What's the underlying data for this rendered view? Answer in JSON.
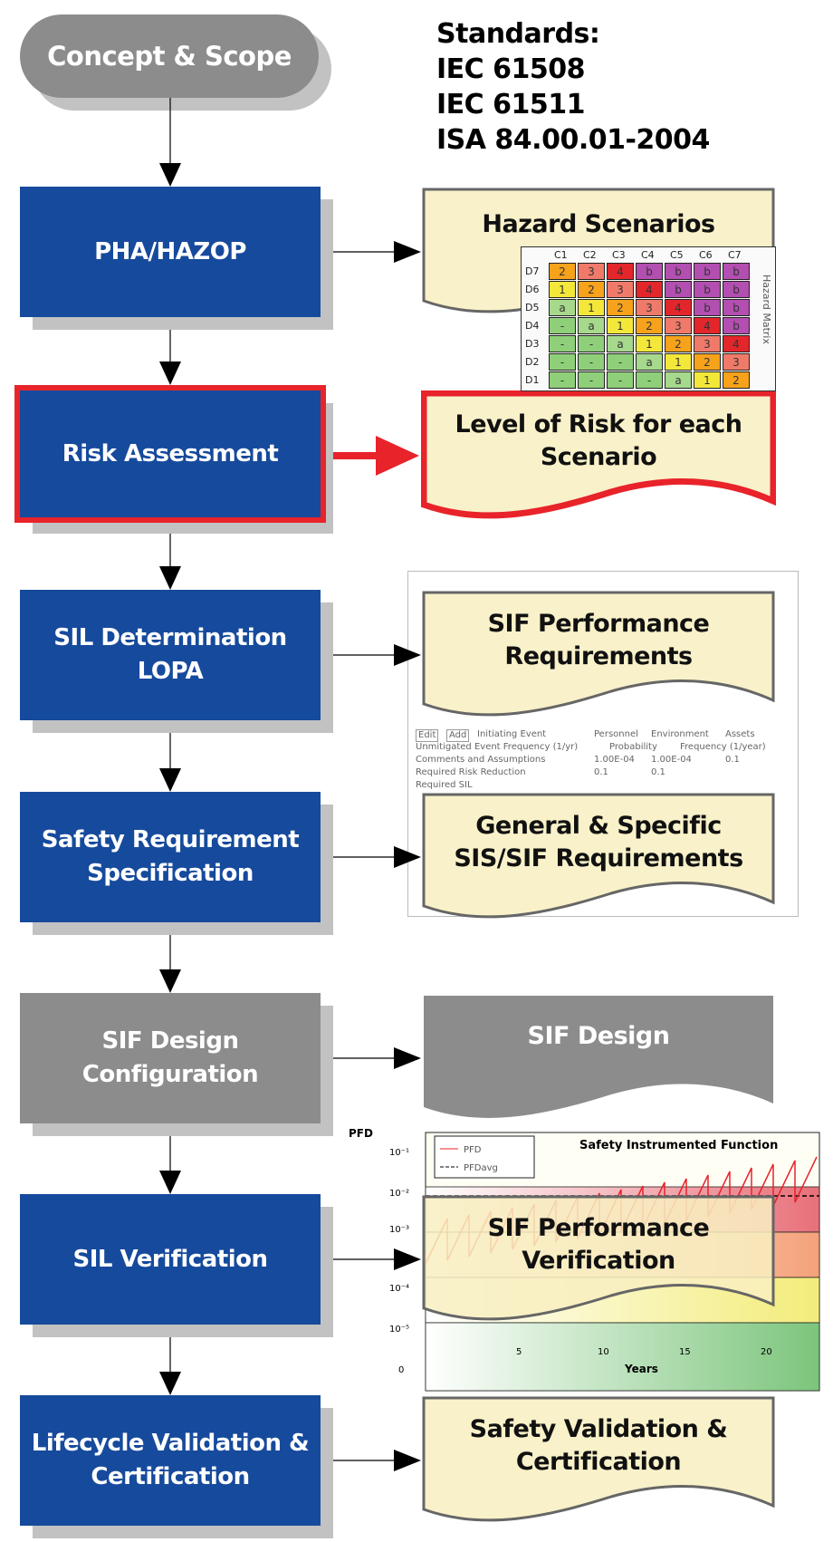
{
  "start": {
    "label": "Concept & Scope"
  },
  "standards": {
    "lines": [
      "Standards:",
      "IEC 61508",
      "IEC 61511",
      "ISA 84.00.01-2004"
    ]
  },
  "steps": [
    {
      "label": "PHA/HAZOP",
      "output": "Hazard Scenarios"
    },
    {
      "label": "Risk Assessment",
      "output": "Level of Risk for each Scenario",
      "highlighted": true
    },
    {
      "label": "SIL Determination LOPA",
      "output": "SIF Performance Requirements"
    },
    {
      "label": "Safety Requirement Specification",
      "output": "General & Specific SIS/SIF Requirements"
    },
    {
      "label": "SIF Design Configuration",
      "output": "SIF Design",
      "inactive": true
    },
    {
      "label": "SIL Verification",
      "output": "SIF Performance Verification"
    },
    {
      "label": "Lifecycle Validation & Certification",
      "output": "Safety Validation & Certification"
    }
  ],
  "colors": {
    "step": "#164a9c",
    "inactive": "#8c8c8c",
    "document": "#f8efc0",
    "highlight": "#e8232a",
    "shadow": "#c2c2c2"
  },
  "hazard_matrix": {
    "title": "Hazard Matrix",
    "rows": [
      "D7",
      "D6",
      "D5",
      "D4",
      "D3",
      "D2",
      "D1"
    ],
    "cols": [
      "C1",
      "C2",
      "C3",
      "C4",
      "C5",
      "C6",
      "C7"
    ],
    "cells": [
      [
        "2",
        "3",
        "4",
        "b",
        "b",
        "b",
        "b"
      ],
      [
        "1",
        "2",
        "3",
        "4",
        "b",
        "b",
        "b"
      ],
      [
        "a",
        "1",
        "2",
        "3",
        "4",
        "b",
        "b"
      ],
      [
        "-",
        "a",
        "1",
        "2",
        "3",
        "4",
        "b"
      ],
      [
        "-",
        "-",
        "a",
        "1",
        "2",
        "3",
        "4"
      ],
      [
        "-",
        "-",
        "-",
        "a",
        "1",
        "2",
        "3"
      ],
      [
        "-",
        "-",
        "-",
        "-",
        "a",
        "1",
        "2"
      ]
    ],
    "cell_colors": {
      "-": "#8fcf7a",
      "a": "#a6d98c",
      "1": "#f3e83a",
      "2": "#f7a21b",
      "3": "#f07a6a",
      "4": "#e3262b",
      "b": "#b24fb0"
    }
  },
  "lopa_form": {
    "buttons": [
      "Edit",
      "Add"
    ],
    "labels": [
      "Initiating Event",
      "Unmitigated Event Frequency (1/yr)",
      "Comments and Assumptions",
      "Required Risk Reduction",
      "Required SIL"
    ],
    "columns": [
      "Personnel",
      "Environment",
      "Assets",
      "Probability",
      "Frequency (1/year)"
    ],
    "values": [
      "1.00E-04",
      "1.00E-04",
      "0.1",
      "0.1",
      "0.1"
    ]
  },
  "pfd_chart": {
    "title": "Safety Instrumented Function",
    "ylabel": "PFD",
    "xlabel": "Years",
    "yticks": [
      "10⁻¹",
      "10⁻²",
      "10⁻³",
      "10⁻⁴",
      "10⁻⁵",
      "0"
    ],
    "xticks": [
      "5",
      "10",
      "15",
      "20"
    ],
    "legend": [
      "PFD",
      "PFDavg"
    ]
  }
}
